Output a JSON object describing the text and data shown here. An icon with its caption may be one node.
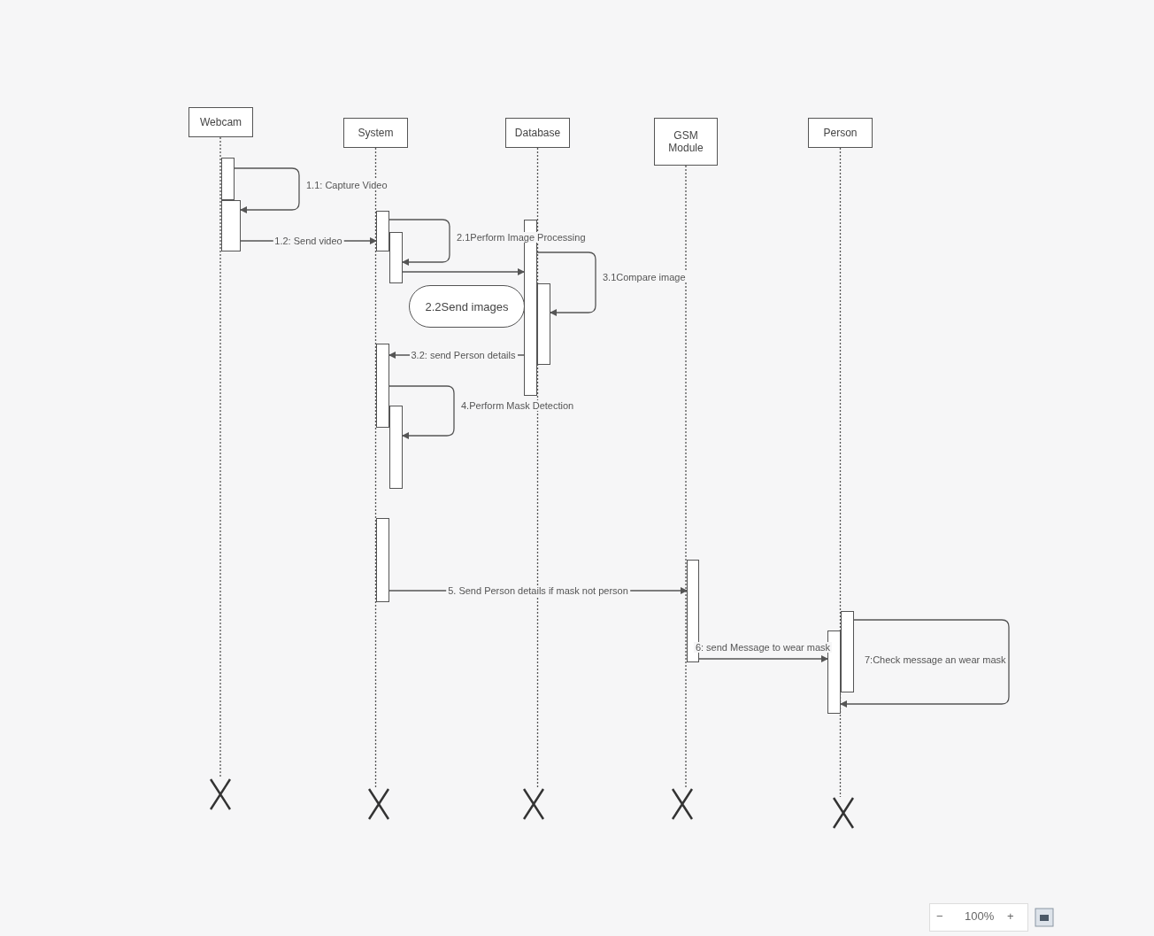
{
  "diagram": {
    "nodes": [
      {
        "text": [
          "Webcam"
        ]
      },
      {
        "text": [
          "System"
        ]
      },
      {
        "text": [
          "Database"
        ]
      },
      {
        "text": [
          "GSM Module"
        ]
      },
      {
        "text": [
          "Person"
        ]
      },
      {
        "text": [
          "2.2Send images"
        ]
      },
      {
        "text": [],
        "shape": "bar"
      },
      {
        "text": [],
        "shape": "bar"
      },
      {
        "text": [],
        "shape": "bar"
      },
      {
        "text": [],
        "shape": "bar"
      },
      {
        "text": [],
        "shape": "bar"
      },
      {
        "text": [],
        "shape": "bar"
      },
      {
        "text": [],
        "shape": "bar"
      },
      {
        "text": [],
        "shape": "bar"
      },
      {
        "text": [],
        "shape": "bar"
      },
      {
        "text": [],
        "shape": "bar"
      },
      {
        "text": [],
        "shape": "bar"
      },
      {
        "text": [],
        "shape": "bar"
      },
      {
        "text": [],
        "shape": "cross"
      },
      {
        "text": [],
        "shape": "cross"
      },
      {
        "text": [],
        "shape": "cross"
      },
      {
        "text": [],
        "shape": "cross"
      },
      {
        "text": [],
        "shape": "cross"
      }
    ],
    "edges": [
      {
        "from": 6,
        "to": 7,
        "arrow": "to",
        "label": "1.1: Capture Video"
      },
      {
        "from": 7,
        "to": 8,
        "arrow": "to",
        "label": "1.2: Send video"
      },
      {
        "from": 8,
        "to": 9,
        "arrow": "to",
        "label": "2.1Perform Image Processing"
      },
      {
        "from": 9,
        "to": 13,
        "arrow": "to"
      },
      {
        "from": 13,
        "to": 14,
        "arrow": "to",
        "label": "3.1Compare image"
      },
      {
        "from": 14,
        "to": 10,
        "arrow": "to",
        "label": "3.2: send Person details"
      },
      {
        "from": 10,
        "to": 11,
        "arrow": "to",
        "label": "4.Perform Mask Detection"
      },
      {
        "from": 12,
        "to": 15,
        "arrow": "to",
        "label": "5. Send Person details if mask not person"
      },
      {
        "from": 15,
        "to": 17,
        "arrow": "to",
        "label": "6: send Message to wear mask"
      },
      {
        "from": 16,
        "to": 17,
        "arrow": "to",
        "label": "7:Check message an wear mask"
      },
      {
        "from": 0,
        "to": 18,
        "arrow": "none",
        "style": "dashed"
      },
      {
        "from": 1,
        "to": 19,
        "arrow": "none",
        "style": "dashed"
      },
      {
        "from": 2,
        "to": 20,
        "arrow": "none",
        "style": "dashed"
      },
      {
        "from": 3,
        "to": 21,
        "arrow": "none",
        "style": "dashed"
      },
      {
        "from": 4,
        "to": 22,
        "arrow": "none",
        "style": "dashed"
      }
    ],
    "labels": [
      "−",
      "100%",
      "+"
    ]
  }
}
